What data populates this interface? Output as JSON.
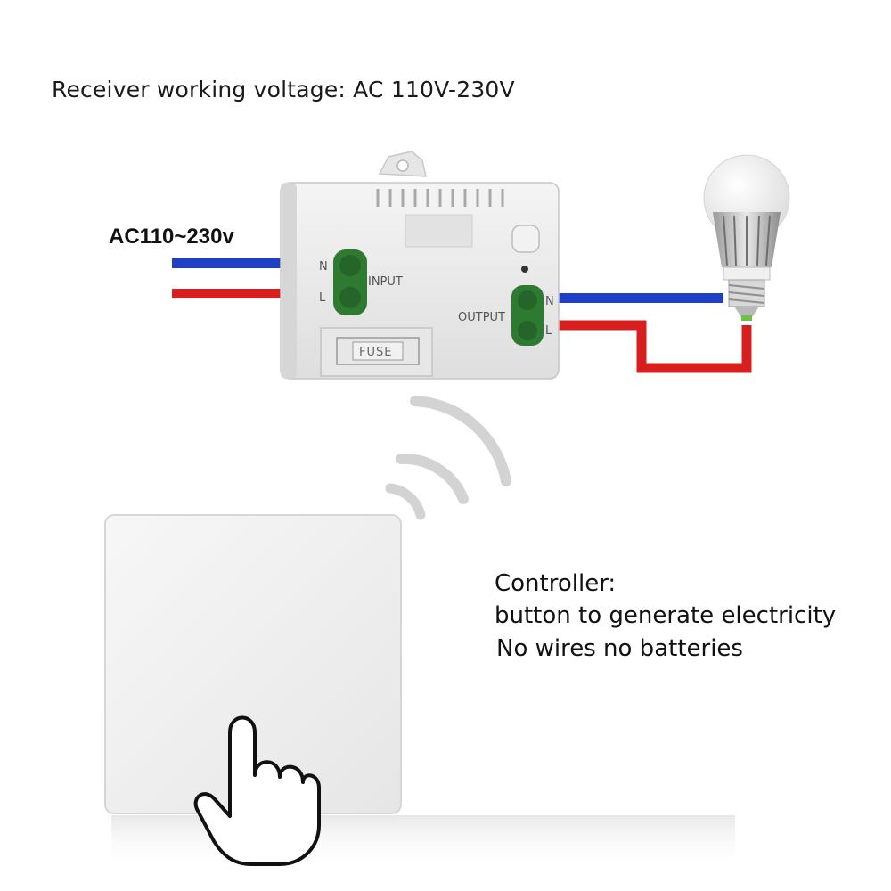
{
  "header": {
    "title": "Receiver working voltage: AC 110V-230V"
  },
  "wiring": {
    "supply_label": "AC110~230v"
  },
  "receiver": {
    "input_label": "INPUT",
    "output_label": "OUTPUT",
    "fuse_label": "FUSE",
    "input_n": "N",
    "input_l": "L",
    "output_n": "N",
    "output_l": "L"
  },
  "controller": {
    "line1": "Controller:",
    "line2": "button to generate electricity",
    "line3": "No wires  no batteries"
  },
  "colors": {
    "neutral_wire": "#1f3fc4",
    "live_wire": "#d81f1f",
    "terminal": "#2f7a31",
    "housing": "#e9e9e9"
  }
}
